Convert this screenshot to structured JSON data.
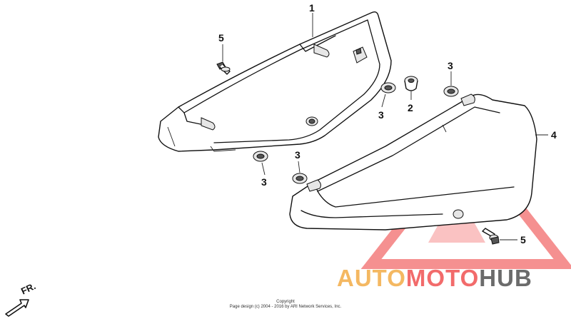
{
  "callouts": {
    "c1": "1",
    "c2": "2",
    "c3a": "3",
    "c3b": "3",
    "c3c": "3",
    "c3d": "3",
    "c4": "4",
    "c5a": "5",
    "c5b": "5"
  },
  "front_label": "FR.",
  "copyright": {
    "line1": "Copyright",
    "line2": "Page design (c) 2004 - 2016 by ARI Network Services, Inc."
  },
  "watermark": {
    "part1": "AUTO",
    "part2": "MOTO",
    "part3": "HUB",
    "colors": {
      "auto": "#f4b862",
      "moto": "#f26b6b",
      "hub": "#6b6b6b",
      "triangle": "#f26b6b"
    }
  }
}
